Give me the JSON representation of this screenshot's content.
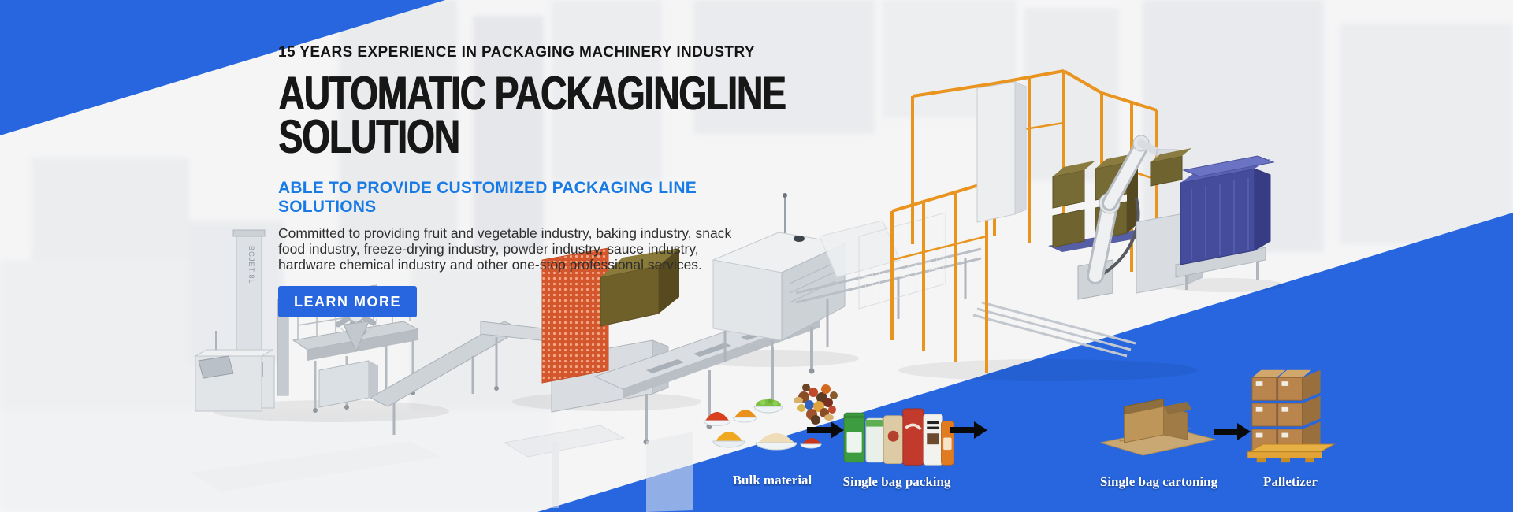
{
  "colors": {
    "accent_blue": "#2766DF",
    "subtitle_blue": "#187AE5",
    "headline_black": "#171717",
    "fence_orange": "#E8941F",
    "carton_brown": "#6F6430"
  },
  "hero": {
    "tagline": "15 YEARS EXPERIENCE IN PACKAGING MACHINERY INDUSTRY",
    "title_line1": "AUTOMATIC PACKAGINGLINE",
    "title_line2": "SOLUTION",
    "subtitle": "ABLE TO PROVIDE CUSTOMIZED PACKAGING LINE SOLUTIONS",
    "description": "Committed to providing fruit and vegetable industry, baking industry, snack food industry, freeze-drying industry, powder industry, sauce industry, hardware chemical industry and other one-stop professional services.",
    "cta_label": "LEARN MORE"
  },
  "machinery": {
    "frame_label": "BGJET.8L"
  },
  "process_flow": {
    "steps": [
      {
        "label": "Bulk material",
        "icon": "bulk-material-icon"
      },
      {
        "label": "Single bag packing",
        "icon": "bag-pouches-icon"
      },
      {
        "label": "Single bag cartoning",
        "icon": "carton-box-icon"
      },
      {
        "label": "Palletizer",
        "icon": "pallet-stack-icon"
      }
    ],
    "arrow_icon": "right-arrow-icon"
  }
}
